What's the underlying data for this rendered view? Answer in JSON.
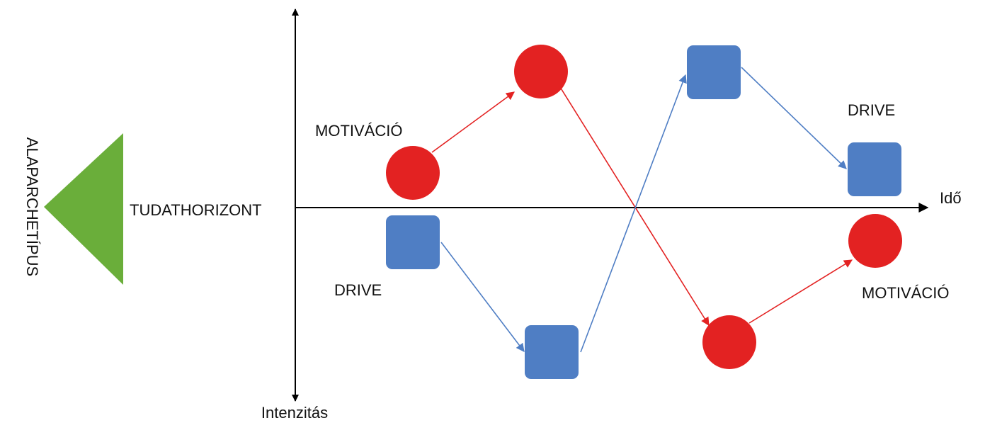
{
  "labels": {
    "archetype": "ALAPARCHETÍPUS",
    "horizon": "TUDATHORIZONT",
    "x_axis": "Idő",
    "y_axis": "Intenzitás",
    "motivation_top": "MOTIVÁCIÓ",
    "drive_bottom": "DRIVE",
    "drive_top_right": "DRIVE",
    "motivation_bottom_right": "MOTIVÁCIÓ"
  },
  "colors": {
    "motivation": "#e32222",
    "drive": "#4f7ec4",
    "archetype": "#6aae3a",
    "axis": "#000000"
  },
  "legend_semantics": {
    "circle": "motivation",
    "square": "drive"
  }
}
